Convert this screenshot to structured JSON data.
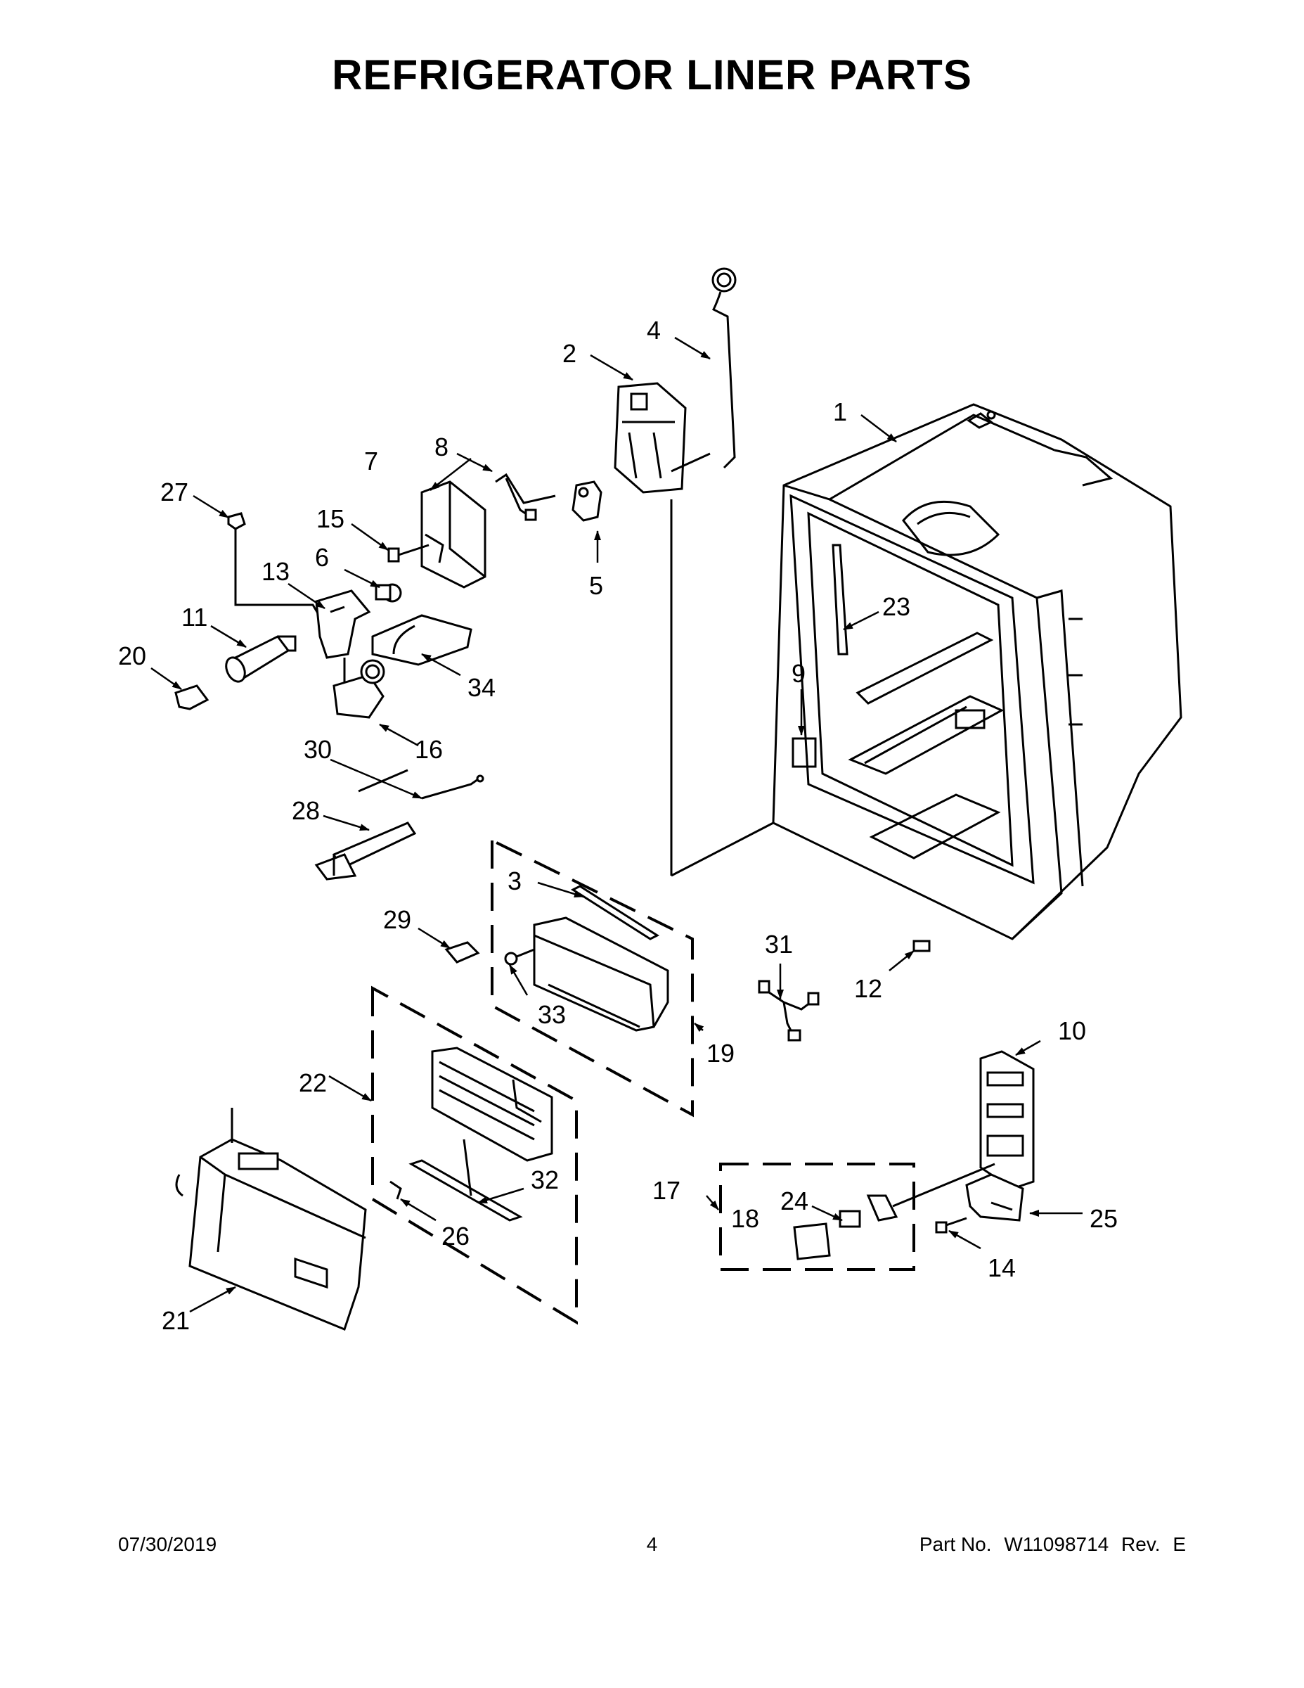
{
  "title": "REFRIGERATOR LINER PARTS",
  "footer": {
    "date": "07/30/2019",
    "page": "4",
    "part_no_label": "Part No.",
    "part_no": "W11098714",
    "rev_label": "Rev.",
    "rev": "E"
  },
  "callouts": {
    "c1": "1",
    "c2": "2",
    "c3": "3",
    "c4": "4",
    "c5": "5",
    "c6": "6",
    "c7": "7",
    "c8": "8",
    "c9": "9",
    "c10": "10",
    "c11": "11",
    "c12": "12",
    "c13": "13",
    "c14": "14",
    "c15": "15",
    "c16": "16",
    "c17": "17",
    "c18": "18",
    "c19": "19",
    "c20": "20",
    "c21": "21",
    "c22": "22",
    "c23": "23",
    "c24": "24",
    "c25": "25",
    "c26": "26",
    "c27": "27",
    "c28": "28",
    "c29": "29",
    "c30": "30",
    "c31": "31",
    "c32": "32",
    "c33": "33",
    "c34": "34"
  }
}
